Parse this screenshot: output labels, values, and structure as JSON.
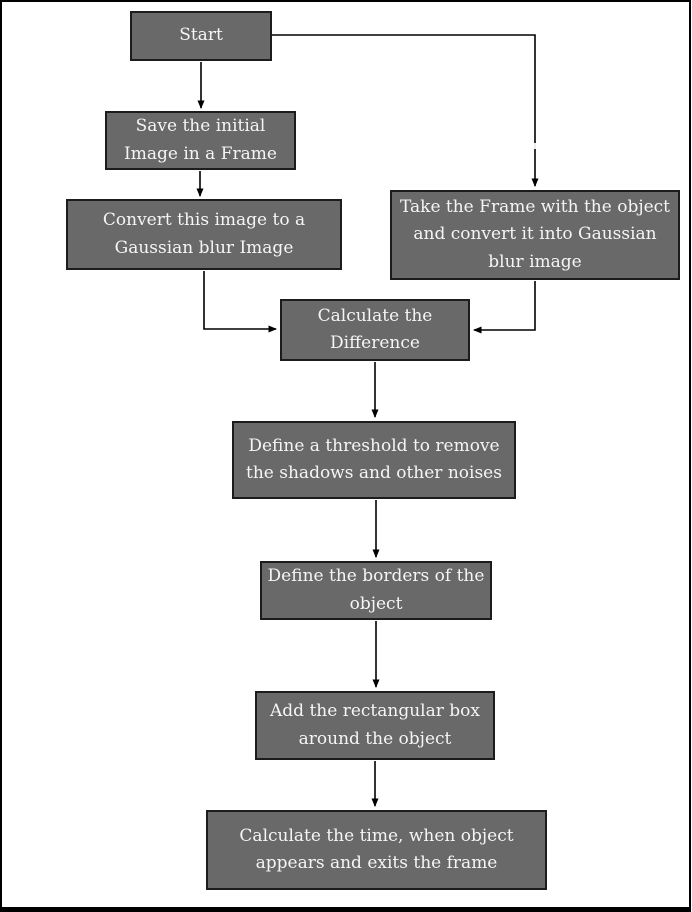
{
  "diagram": {
    "type": "flowchart",
    "title": "",
    "colors": {
      "background": "#ffffff",
      "frame_border": "#000000",
      "box_fill": "#696969",
      "box_border": "#1c1c1c",
      "box_text": "#f5f5f5",
      "connector": "#000000"
    },
    "nodes": [
      {
        "id": "start",
        "label": "Start"
      },
      {
        "id": "save-initial-frame",
        "label": "Save the initial\nImage in a Frame"
      },
      {
        "id": "convert-gaussian",
        "label": "Convert this image to a\nGaussian blur Image"
      },
      {
        "id": "take-frame-gaussian",
        "label": "Take the Frame with the object\nand convert it into Gaussian\nblur image"
      },
      {
        "id": "calculate-difference",
        "label": "Calculate the\nDifference"
      },
      {
        "id": "define-threshold",
        "label": "Define a threshold to remove\nthe shadows and other noises"
      },
      {
        "id": "define-borders",
        "label": "Define the borders of the\nobject"
      },
      {
        "id": "add-rectangular-box",
        "label": "Add the rectangular box\naround the object"
      },
      {
        "id": "calculate-time",
        "label": "Calculate the time, when object\nappears and exits the frame"
      }
    ],
    "edges": [
      {
        "from": "start",
        "to": "save-initial-frame"
      },
      {
        "from": "start",
        "to": "take-frame-gaussian"
      },
      {
        "from": "save-initial-frame",
        "to": "convert-gaussian"
      },
      {
        "from": "convert-gaussian",
        "to": "calculate-difference"
      },
      {
        "from": "take-frame-gaussian",
        "to": "calculate-difference"
      },
      {
        "from": "calculate-difference",
        "to": "define-threshold"
      },
      {
        "from": "define-threshold",
        "to": "define-borders"
      },
      {
        "from": "define-borders",
        "to": "add-rectangular-box"
      },
      {
        "from": "add-rectangular-box",
        "to": "calculate-time"
      }
    ]
  }
}
